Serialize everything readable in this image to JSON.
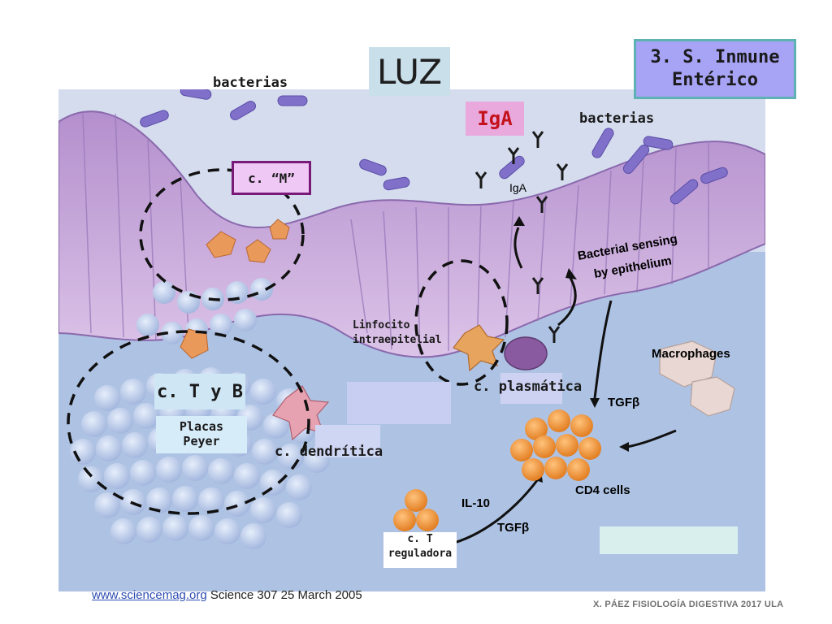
{
  "slide": {
    "luz": "LUZ",
    "title_line1": "3. S. Inmune",
    "title_line2": "Entérico",
    "iga_label": "IgA",
    "bacteria_left": "bacterias",
    "bacteria_right": "bacterias",
    "m_cell": "c. “M”",
    "t_and_b": "c. T y B",
    "peyer_line1": "Placas",
    "peyer_line2": "Peyer",
    "intraepithelial_line1": "Linfocito",
    "intraepithelial_line2": "intraepitelial",
    "plasma_cell": "c. plasmática",
    "dendritic_cell": "c. dendrítica",
    "treg_line1": "c. T",
    "treg_line2": "reguladora"
  },
  "figure_labels": {
    "iga_small": "IgA",
    "sensing_line1": "Bacterial sensing",
    "sensing_line2": "by epithelium",
    "macrophages": "Macrophages",
    "tgfb_top": "TGFβ",
    "cd4": "CD4 cells",
    "il10": "IL-10",
    "tgfb_bottom": "TGFβ"
  },
  "footer": {
    "link": "www.sciencemag.org",
    "citation": " Science 307 25 March 2005",
    "credit": "X. PÁEZ   FISIOLOGÍA DIGESTIVA 2017 ULA"
  },
  "colors": {
    "lumen_bg": "#b8cce6",
    "epithelium": "#c9a3d6",
    "bacteria": "#7d6fc4",
    "accent_red": "#c4121c",
    "title_box": "#a7a3f5",
    "cd4": "#f0962f"
  }
}
